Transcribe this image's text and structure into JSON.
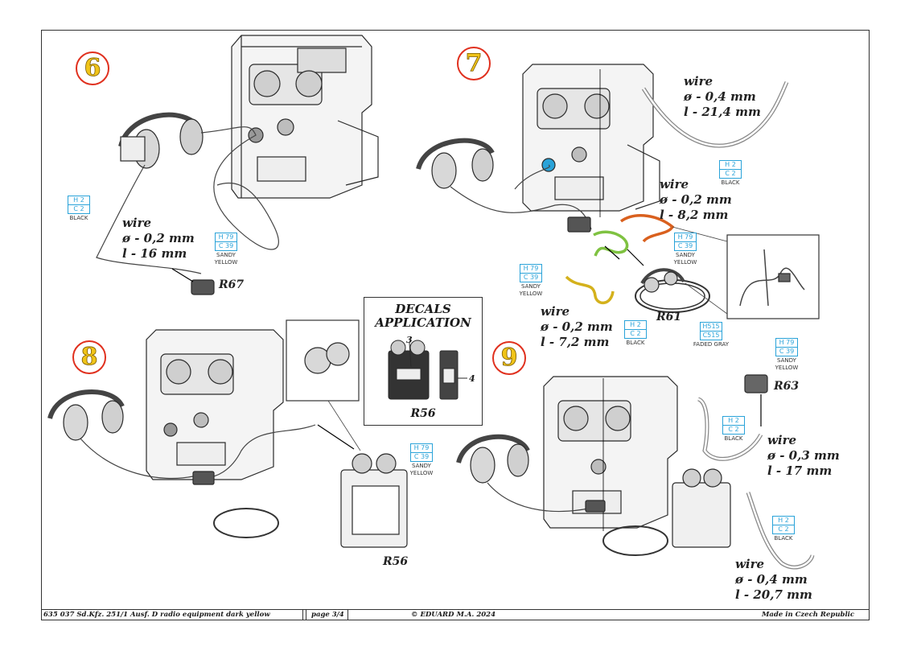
{
  "steps": [
    "6",
    "7",
    "8",
    "9"
  ],
  "wires": {
    "s6": {
      "word": "wire",
      "d": "ø - 0,2 mm",
      "l": "l - 16 mm"
    },
    "s7a": {
      "word": "wire",
      "d": "ø - 0,4 mm",
      "l": "l - 21,4 mm"
    },
    "s7b": {
      "word": "wire",
      "d": "ø - 0,2 mm",
      "l": "l - 8,2 mm"
    },
    "s7c": {
      "word": "wire",
      "d": "ø - 0,2 mm",
      "l": "l - 7,2 mm"
    },
    "s9a": {
      "word": "wire",
      "d": "ø - 0,3 mm",
      "l": "l - 17 mm"
    },
    "s9b": {
      "word": "wire",
      "d": "ø - 0,4 mm",
      "l": "l - 20,7 mm"
    }
  },
  "parts": {
    "r67": "R67",
    "r61": "R61",
    "r56": "R56",
    "r63": "R63"
  },
  "paints": {
    "black": {
      "h": "H 2",
      "c": "C 2",
      "name": "BLACK"
    },
    "sandy": {
      "h": "H 79",
      "c": "C 39",
      "name1": "SANDY",
      "name2": "YELLOW"
    },
    "gray": {
      "h": "H515",
      "c": "C515",
      "name": "FADED GRAY"
    }
  },
  "decals": {
    "title1": "DECALS",
    "title2": "APPLICATION",
    "n3": "3",
    "n4": "4",
    "part": "R56"
  },
  "footer": {
    "product": "635 037  Sd.Kfz. 251/1 Ausf. D radio equipment dark yellow",
    "page": "page 3/4",
    "copyright": "© EDUARD  M.A. 2024",
    "made": "Made in Czech Republic"
  },
  "colors": {
    "paint_box": "#2aa3d9",
    "step_ring": "#e0301e",
    "step_fill": "#f0c419",
    "wire_orange": "#d9601e",
    "wire_green": "#7fc241",
    "wire_yellow": "#d4b11c"
  }
}
